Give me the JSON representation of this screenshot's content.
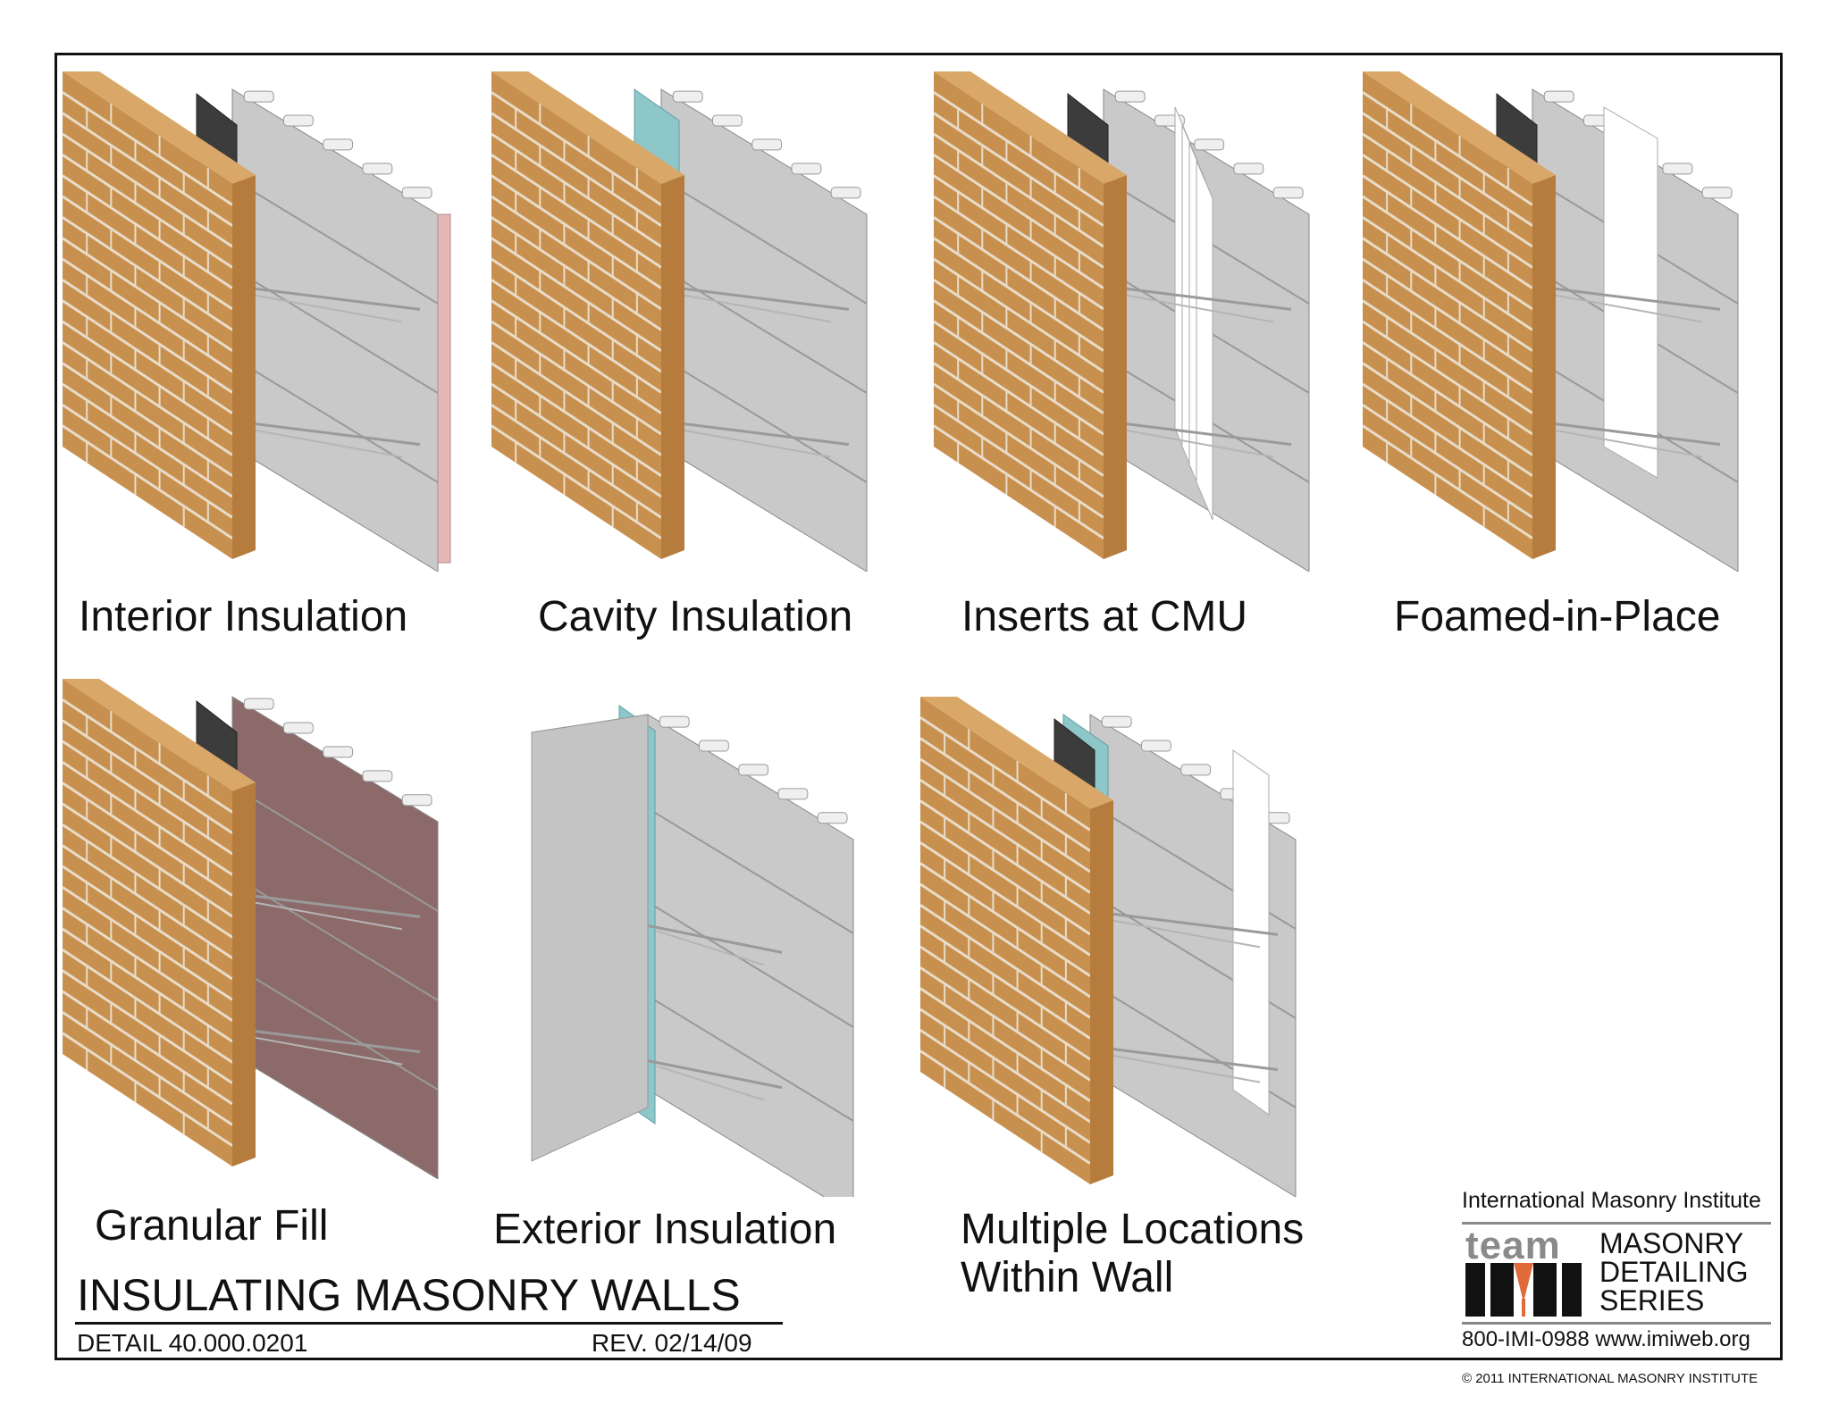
{
  "title": "INSULATING MASONRY WALLS",
  "detail": "DETAIL 40.000.0201",
  "revision": "REV. 02/14/09",
  "panels": [
    {
      "caption": "Interior Insulation",
      "layer": "interior"
    },
    {
      "caption": "Cavity Insulation",
      "layer": "cavity"
    },
    {
      "caption": "Inserts at CMU",
      "layer": "inserts"
    },
    {
      "caption": "Foamed-in-Place",
      "layer": "foamed"
    },
    {
      "caption": "Granular Fill",
      "layer": "granular"
    },
    {
      "caption": "Exterior Insulation",
      "layer": "exterior"
    },
    {
      "caption": "Multiple Locations",
      "caption2": "Within Wall",
      "layer": "multiple"
    }
  ],
  "logo": {
    "org": "International Masonry Institute",
    "team": "team",
    "series_line1": "MASONRY",
    "series_line2": "DETAILING",
    "series_line3": "SERIES",
    "phone": "800-IMI-0988  www.imiweb.org"
  },
  "copyright": "© 2011 INTERNATIONAL MASONRY INSTITUTE",
  "colors": {
    "brick": "#c8904e",
    "mortar": "#e8dcc8",
    "membrane": "#3c3c3c",
    "cmu": "#c9c9c9",
    "rigid_insulation": "#8ec7c9",
    "pink_insulation": "#e3b8b8",
    "granular": "#8d6a6a"
  }
}
